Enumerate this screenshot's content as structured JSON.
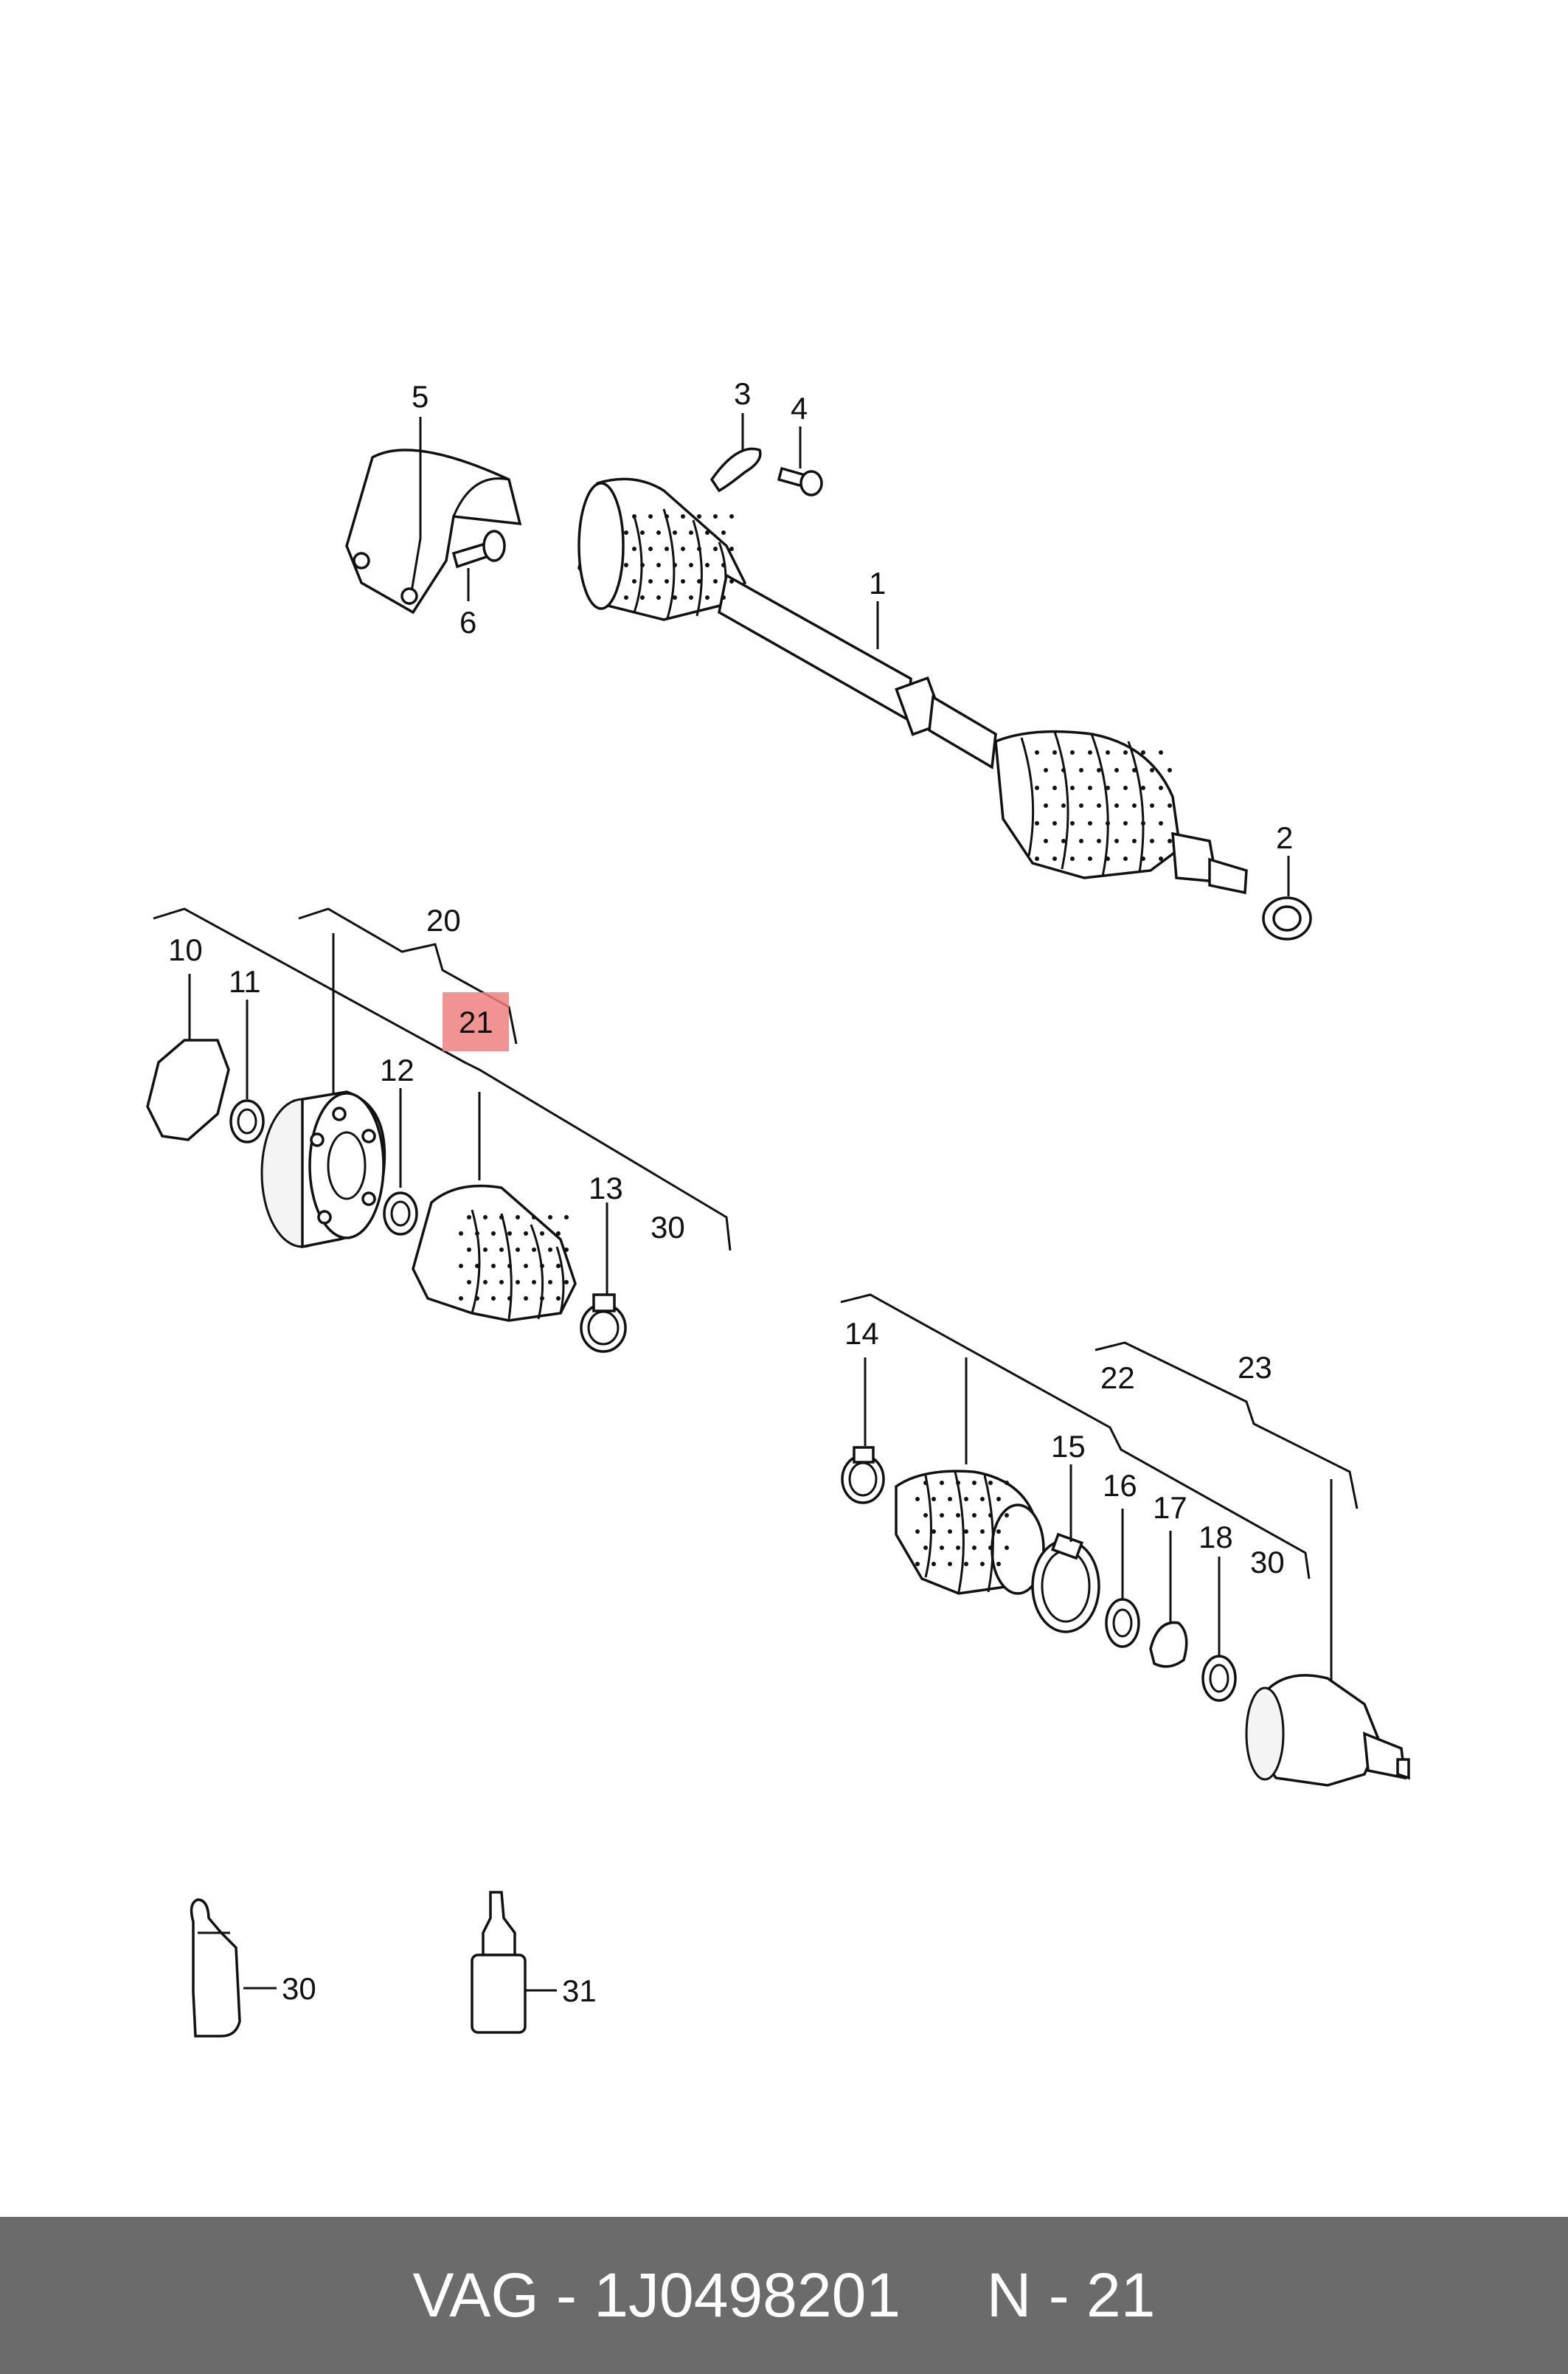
{
  "labels": {
    "l1": "1",
    "l2": "2",
    "l3": "3",
    "l4": "4",
    "l5": "5",
    "l6": "6",
    "l10": "10",
    "l11": "11",
    "l12": "12",
    "l13": "13",
    "l14": "14",
    "l15": "15",
    "l16": "16",
    "l17": "17",
    "l18": "18",
    "l20": "20",
    "l21": "21",
    "l22": "22",
    "l23": "23",
    "l30a": "30",
    "l30b": "30",
    "l30c": "30",
    "l31": "31"
  },
  "highlight": {
    "part": "21",
    "color": "#f08080"
  },
  "footer": {
    "text": "VAG - 1J0498201     N - 21"
  },
  "colors": {
    "footer_bg": "#6b6b6b",
    "footer_text": "#ffffff",
    "highlight": "#f08080"
  }
}
